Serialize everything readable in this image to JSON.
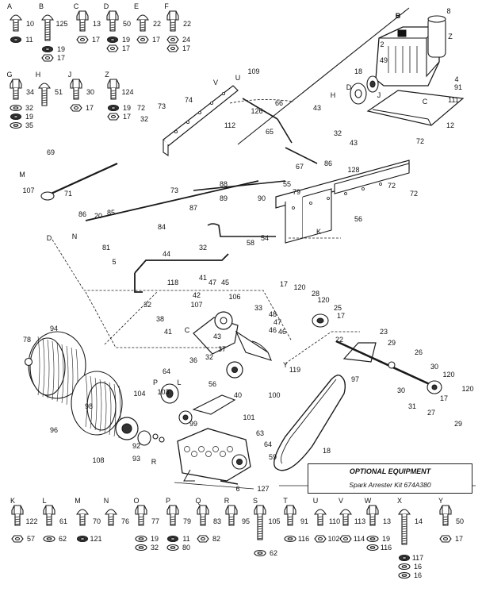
{
  "hardware_top": [
    {
      "letter": "A",
      "parts": [
        "10",
        "11"
      ]
    },
    {
      "letter": "B",
      "parts": [
        "125",
        "19",
        "17"
      ]
    },
    {
      "letter": "C",
      "parts": [
        "13",
        "17"
      ]
    },
    {
      "letter": "D",
      "parts": [
        "50",
        "19",
        "17"
      ]
    },
    {
      "letter": "E",
      "parts": [
        "22",
        "17"
      ]
    },
    {
      "letter": "F",
      "parts": [
        "22",
        "24",
        "17"
      ]
    },
    {
      "letter": "G",
      "parts": [
        "34",
        "32",
        "19",
        "35"
      ]
    },
    {
      "letter": "H",
      "parts": [
        "51"
      ]
    },
    {
      "letter": "J",
      "parts": [
        "30",
        "17"
      ]
    },
    {
      "letter": "Z",
      "parts": [
        "124",
        "19",
        "17"
      ]
    }
  ],
  "hardware_bottom": [
    {
      "letter": "K",
      "parts": [
        "122",
        "57"
      ]
    },
    {
      "letter": "L",
      "parts": [
        "61",
        "62"
      ]
    },
    {
      "letter": "M",
      "parts": [
        "70",
        "121"
      ]
    },
    {
      "letter": "N",
      "parts": [
        "76"
      ]
    },
    {
      "letter": "O",
      "parts": [
        "77",
        "19",
        "32"
      ]
    },
    {
      "letter": "P",
      "parts": [
        "79",
        "11",
        "80"
      ]
    },
    {
      "letter": "Q",
      "parts": [
        "83",
        "82"
      ]
    },
    {
      "letter": "R",
      "parts": [
        "95"
      ]
    },
    {
      "letter": "S",
      "parts": [
        "105",
        "62"
      ]
    },
    {
      "letter": "T",
      "parts": [
        "91",
        "116"
      ]
    },
    {
      "letter": "U",
      "parts": [
        "110",
        "102"
      ]
    },
    {
      "letter": "V",
      "parts": [
        "113",
        "114"
      ]
    },
    {
      "letter": "W",
      "parts": [
        "13",
        "19",
        "116"
      ]
    },
    {
      "letter": "X",
      "parts": [
        "14",
        "117",
        "16",
        "16"
      ]
    },
    {
      "letter": "Y",
      "parts": [
        "50",
        "17"
      ]
    }
  ],
  "callouts": [
    "8",
    "B",
    "2",
    "49",
    "18",
    "D",
    "H",
    "Z",
    "4",
    "111",
    "91",
    "J",
    "C",
    "12",
    "72",
    "109",
    "U",
    "74",
    "V",
    "126",
    "112",
    "65",
    "66",
    "43",
    "32",
    "43",
    "67",
    "86",
    "128",
    "72",
    "72",
    "69",
    "M",
    "107",
    "71",
    "73",
    "72",
    "32",
    "73",
    "87",
    "88",
    "89",
    "90",
    "55",
    "79",
    "56",
    "K",
    "86",
    "20",
    "85",
    "81",
    "D",
    "N",
    "5",
    "84",
    "58",
    "54",
    "44",
    "32",
    "118",
    "41",
    "47",
    "45",
    "42",
    "107",
    "106",
    "32",
    "38",
    "41",
    "C",
    "36",
    "32",
    "43",
    "37",
    "46",
    "33",
    "48",
    "47",
    "46",
    "119",
    "Y",
    "17",
    "120",
    "28",
    "120",
    "25",
    "17",
    "23",
    "22",
    "29",
    "26",
    "30",
    "30",
    "120",
    "31",
    "27",
    "17",
    "120",
    "29",
    "97",
    "94",
    "78",
    "64",
    "P",
    "L",
    "56",
    "40",
    "100",
    "104",
    "103",
    "101",
    "99",
    "98",
    "96",
    "92",
    "93",
    "R",
    "108",
    "63",
    "64",
    "59",
    "18",
    "6",
    "127"
  ],
  "optional_equipment": {
    "title": "OPTIONAL EQUIPMENT",
    "item": "Spark Arrester Kit 674A380"
  }
}
